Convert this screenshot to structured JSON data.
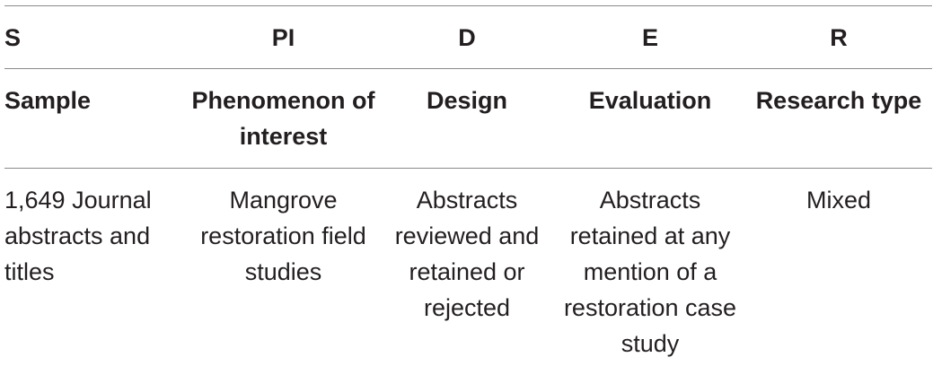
{
  "table": {
    "abbreviations": [
      "S",
      "PI",
      "D",
      "E",
      "R"
    ],
    "headers": [
      "Sample",
      "Phenomenon of interest",
      "Design",
      "Evaluation",
      "Research type"
    ],
    "rows": [
      [
        "1,649 Journal abstracts and titles",
        "Mangrove restoration field studies",
        "Abstracts reviewed and retained or rejected",
        "Abstracts retained at any mention of a restoration case study",
        "Mixed"
      ]
    ]
  }
}
